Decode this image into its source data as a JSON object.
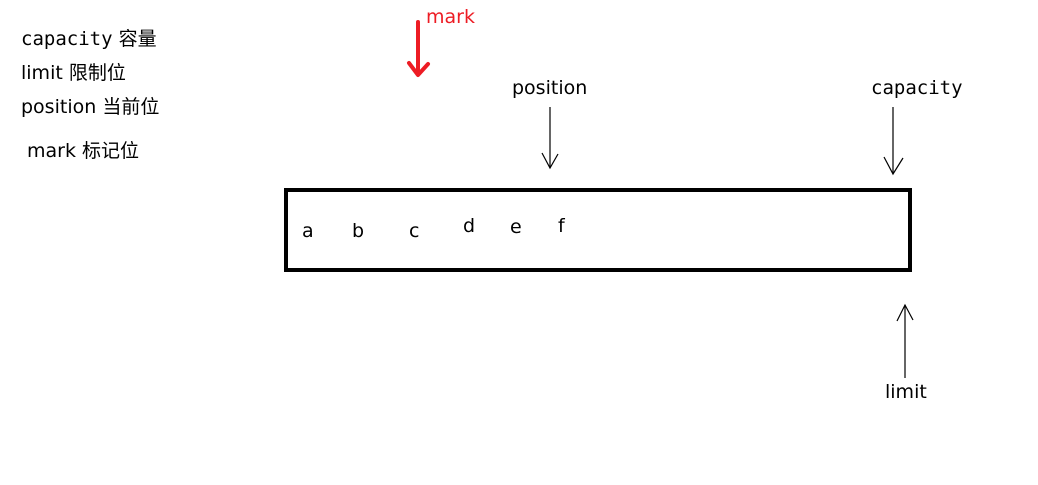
{
  "legend": [
    {
      "term": "capacity",
      "desc": "容量"
    },
    {
      "term": "limit",
      "desc": "限制位"
    },
    {
      "term": "position",
      "desc": "当前位"
    },
    {
      "term": "mark",
      "desc": "标记位"
    }
  ],
  "pointers": {
    "mark": {
      "label": "mark",
      "color": "#ed1c24"
    },
    "position": {
      "label": "position"
    },
    "capacity": {
      "label": "capacity"
    },
    "limit": {
      "label": "limit"
    }
  },
  "buffer": {
    "elements": [
      "a",
      "b",
      "c",
      "d",
      "e",
      "f"
    ]
  }
}
